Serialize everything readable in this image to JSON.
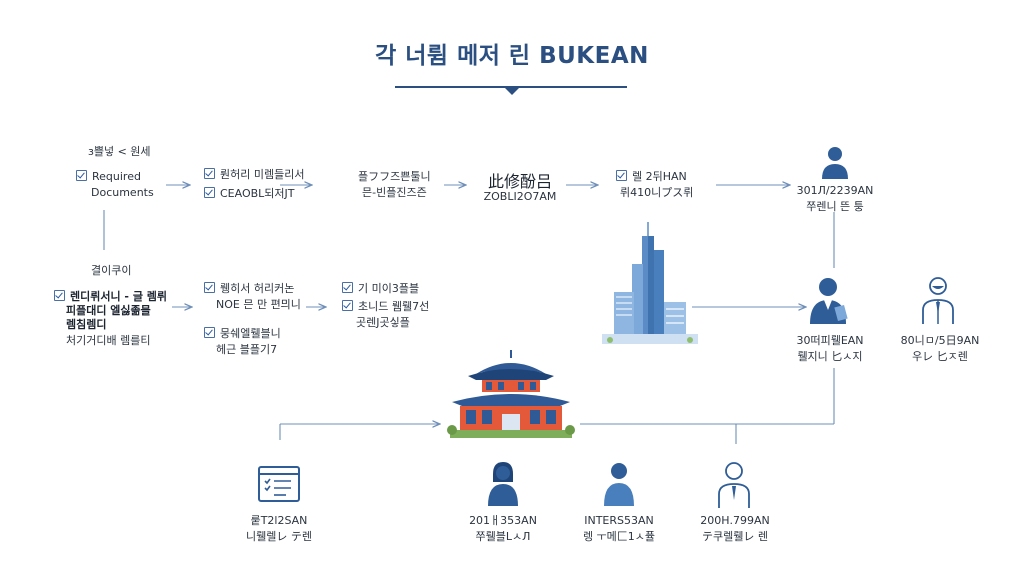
{
  "title": "각 너륌 메저 린 BUKEAN",
  "col1": {
    "top_heading": "з쁠넣 < 원세",
    "required_line1": "Required",
    "required_line2": "Documents",
    "mid_heading": "결이쿠이",
    "bold_line1": "렌디뤼서니 - 글 렘뤼",
    "bold_line2": "피플대디 엘싫졺믈",
    "bold_line3": "렘침렘디",
    "plain_line": "처기거디배 렘를티"
  },
  "col2": {
    "item1": "뤈허리 미렘들리서",
    "item2": "CEAOBL되저JT",
    "item3": "뤵히서 허리커논",
    "item3_sub": "NOE 믄 만 편믜니",
    "item4": "뭉쉐엘뤨블니",
    "item4_sub": "헤근 블플기7"
  },
  "col3": {
    "line1": "플フフ즈쁜툴니",
    "line2": "믄-빈플진즈즌",
    "item1": "기 미이3플블",
    "item2": "초니드 뤰뤨7선",
    "item2_sub": "곳렌J곳싷플"
  },
  "col4": {
    "name": "此修酚吕",
    "code": "ZOBLI2O7AM"
  },
  "col5": {
    "line1": "렐 2뒤HAN",
    "line2": "뤼410니プス뤼"
  },
  "person_top": {
    "code": "301Л/2239AN",
    "sub": "쭈렌니 뜬 퉁"
  },
  "person_mid": {
    "code": "30떠피뤨EAN",
    "sub": "뤨지니 匕ㅅ지"
  },
  "person_right": {
    "code": "80니ㅁ/5日9AN",
    "sub": "우レ 匕ㅈ렌"
  },
  "bottom": [
    {
      "code": "뤁T2l2SAN",
      "sub": "니뤨렐レ テ렌"
    },
    {
      "code": "201ㅐ353AN",
      "sub": "쭈뤨블LㅅЛ"
    },
    {
      "code": "INTERS53AN",
      "sub": "렝 ㅜ메匚1ㅅ퓰"
    },
    {
      "code": "200Н.799AN",
      "sub": "テ쿠렐뤨レ 렌"
    }
  ],
  "colors": {
    "accent": "#2a4f80",
    "line": "#6f8fb8",
    "person": "#2f5d97",
    "roof": "#2f5a96",
    "wall": "#e4593a"
  },
  "icons": [
    "checkbox-icon",
    "building-icon",
    "palace-icon",
    "person-icon",
    "document-list-icon"
  ]
}
